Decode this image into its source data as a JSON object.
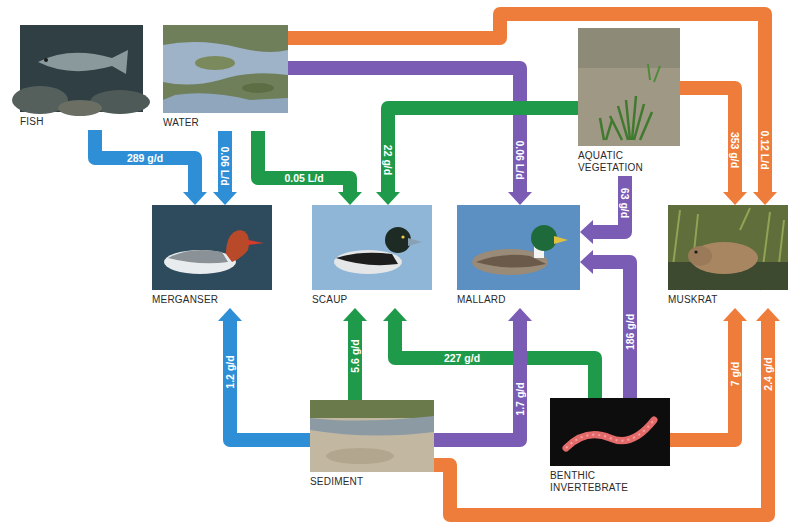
{
  "diagram": {
    "nodes": [
      {
        "text": [
          "FISH"
        ]
      },
      {
        "text": [
          "WATER"
        ]
      },
      {
        "text": [
          "AQUATIC VEGETATION"
        ]
      },
      {
        "text": [
          "MERGANSER"
        ]
      },
      {
        "text": [
          "SCAUP"
        ]
      },
      {
        "text": [
          "MALLARD"
        ]
      },
      {
        "text": [
          "MUSKRAT"
        ]
      },
      {
        "text": [
          "SEDIMENT"
        ]
      },
      {
        "text": [
          "BENTHIC INVERTEBRATE"
        ]
      }
    ],
    "edges": [
      {
        "from": 0,
        "to": 3,
        "arrow": "to",
        "label": "289 g/d"
      },
      {
        "from": 1,
        "to": 3,
        "arrow": "to",
        "label": "0.06 L/d"
      },
      {
        "from": 1,
        "to": 4,
        "arrow": "to",
        "label": "0.05 L/d"
      },
      {
        "from": 1,
        "to": 5,
        "arrow": "to",
        "label": "0.06 L/d"
      },
      {
        "from": 1,
        "to": 6,
        "arrow": "to",
        "label": "0.12 L/d"
      },
      {
        "from": 2,
        "to": 4,
        "arrow": "to",
        "label": "22 g/d"
      },
      {
        "from": 2,
        "to": 5,
        "arrow": "to",
        "label": "63 g/d"
      },
      {
        "from": 2,
        "to": 6,
        "arrow": "to",
        "label": "353 g/d"
      },
      {
        "from": 7,
        "to": 3,
        "arrow": "to",
        "label": "1.2 g/d"
      },
      {
        "from": 7,
        "to": 4,
        "arrow": "to",
        "label": "5.6 g/d"
      },
      {
        "from": 8,
        "to": 4,
        "arrow": "to",
        "label": "227 g/d"
      },
      {
        "from": 7,
        "to": 5,
        "arrow": "to",
        "label": "1.7 g/d"
      },
      {
        "from": 8,
        "to": 5,
        "arrow": "to",
        "label": "186 g/d"
      },
      {
        "from": 8,
        "to": 6,
        "arrow": "to",
        "label": "7 g/d"
      },
      {
        "from": 7,
        "to": 6,
        "arrow": "to",
        "label": "2.4 g/d"
      }
    ]
  }
}
